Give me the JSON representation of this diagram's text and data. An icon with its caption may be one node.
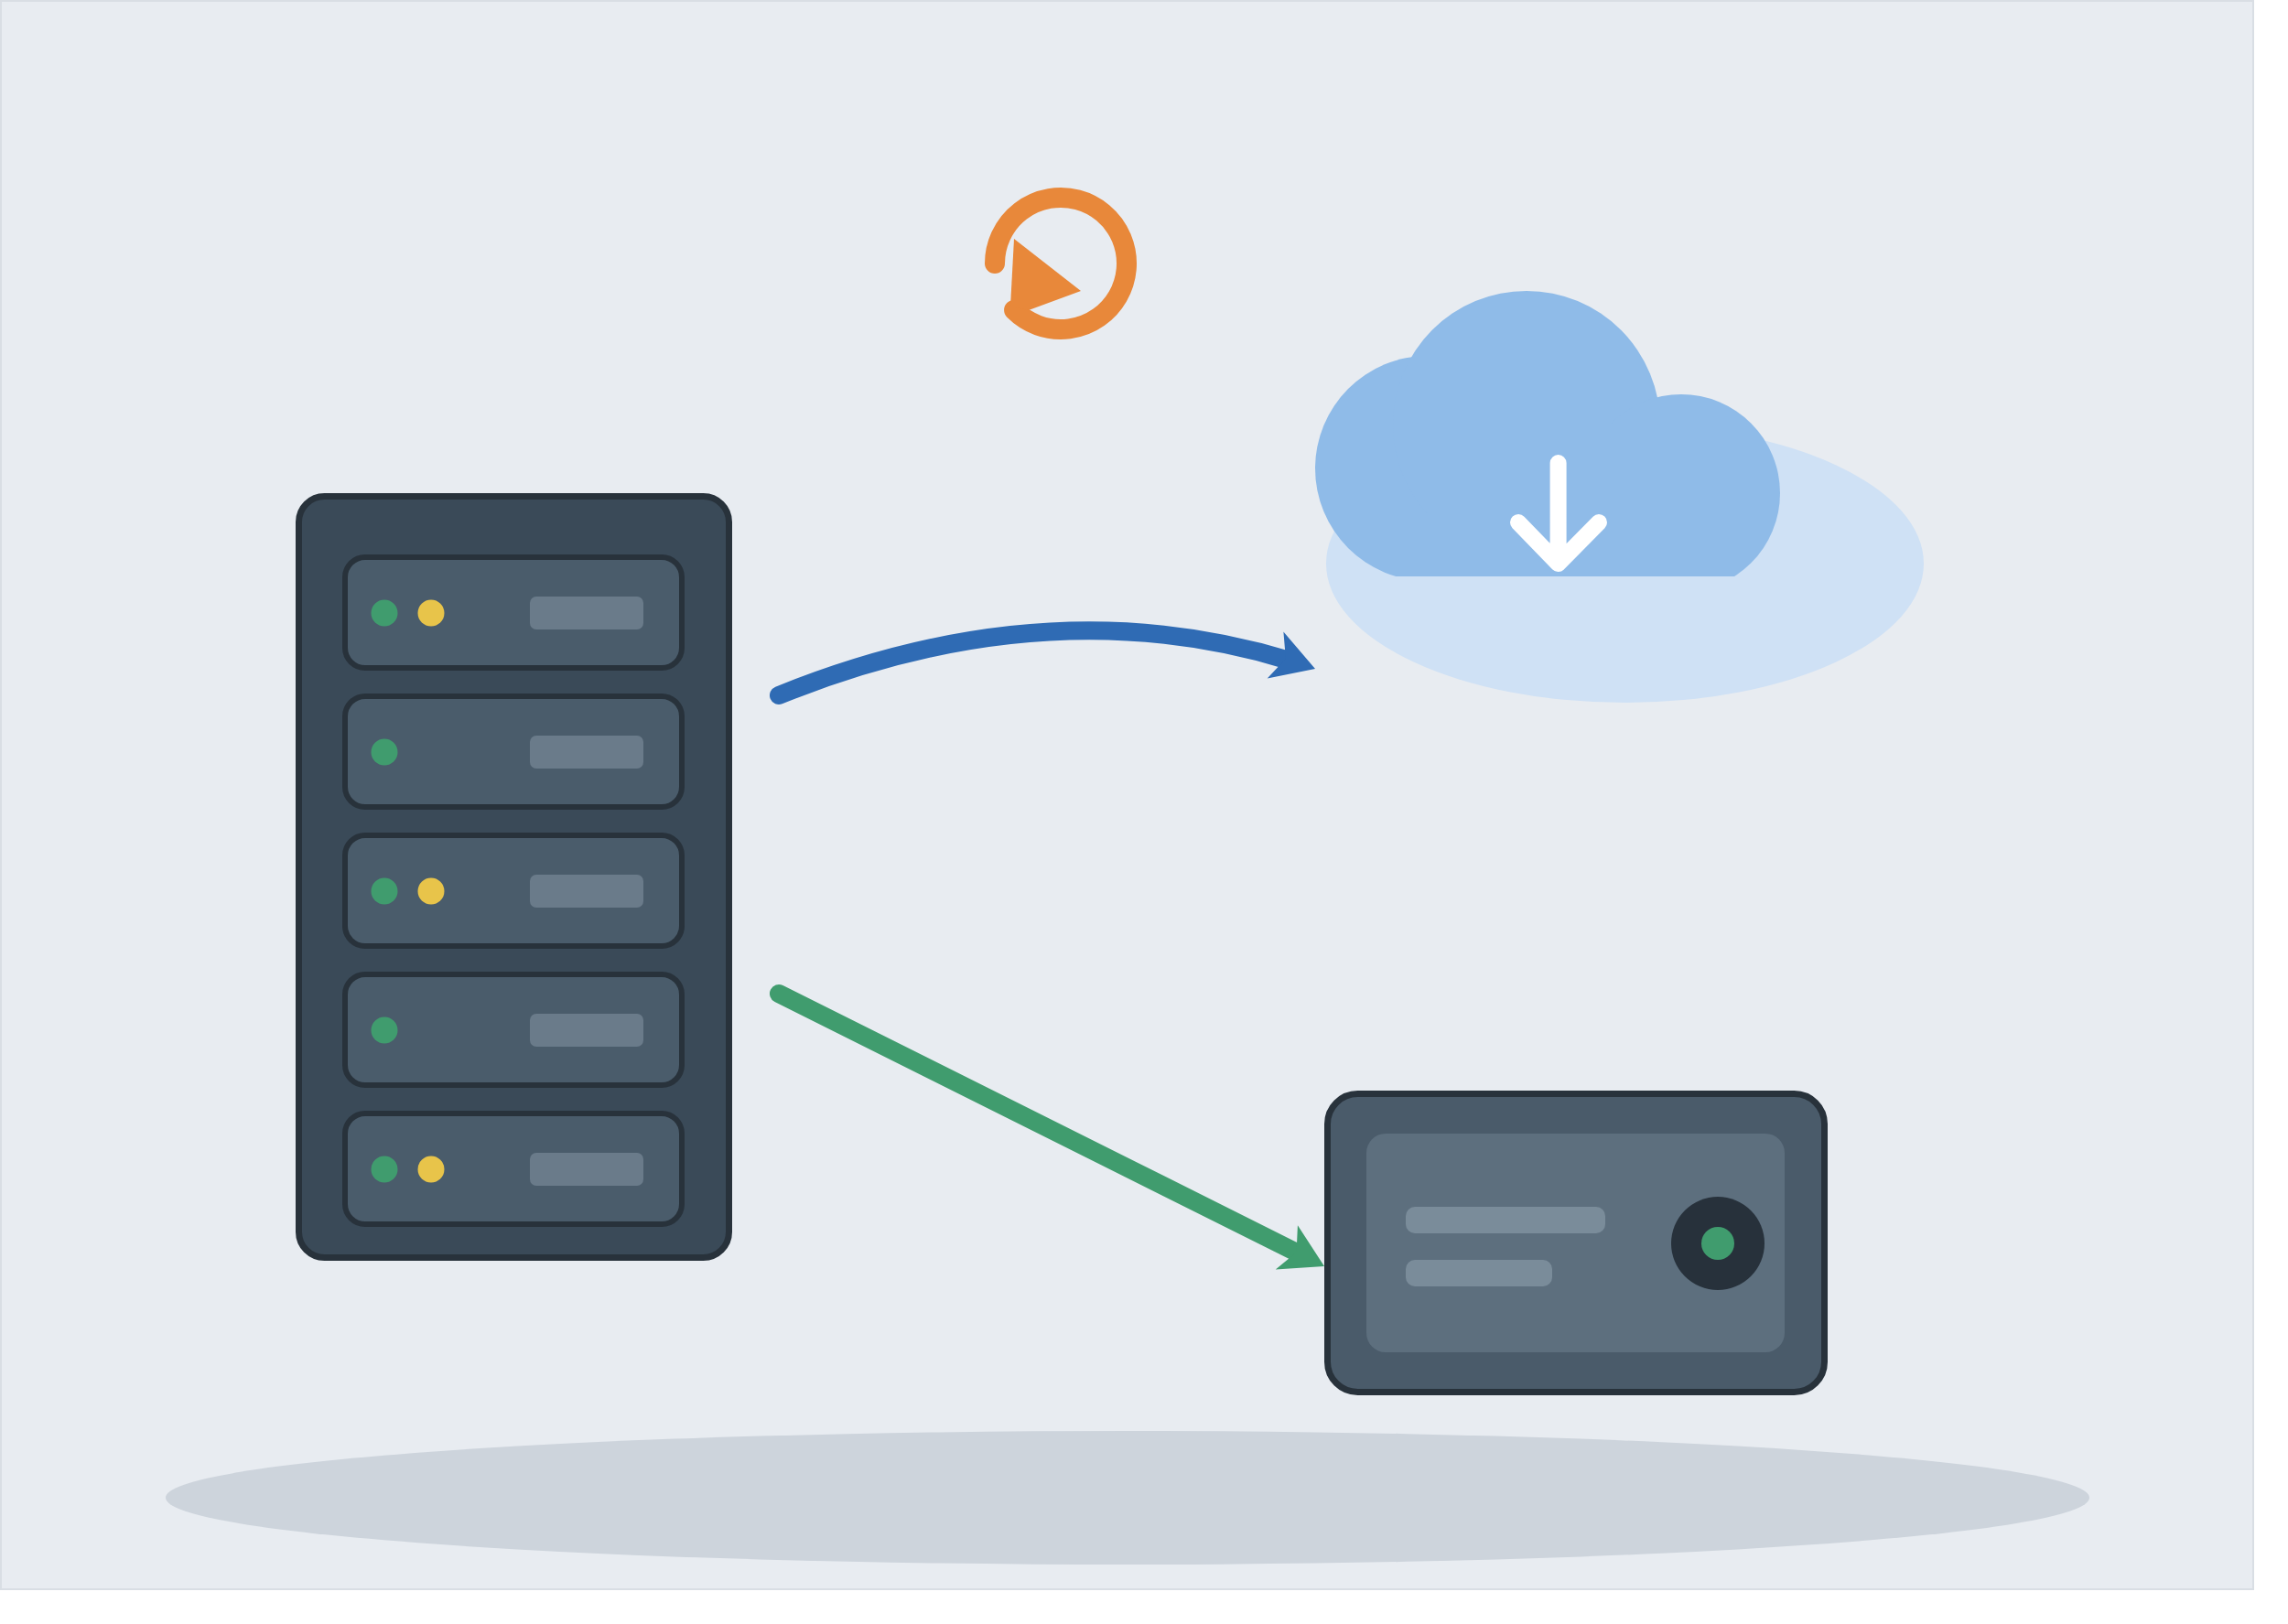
{
  "diagram": {
    "nodes": [
      {
        "text": [],
        "shape": "picture"
      },
      {
        "text": [],
        "shape": "cloud"
      },
      {
        "text": [],
        "shape": "picture"
      }
    ],
    "edges": [
      {
        "from": 0,
        "to": 1,
        "arrow": "to",
        "color": "#2f6bb4"
      },
      {
        "from": 0,
        "to": 2,
        "arrow": "to",
        "color": "#409c6e"
      }
    ]
  }
}
